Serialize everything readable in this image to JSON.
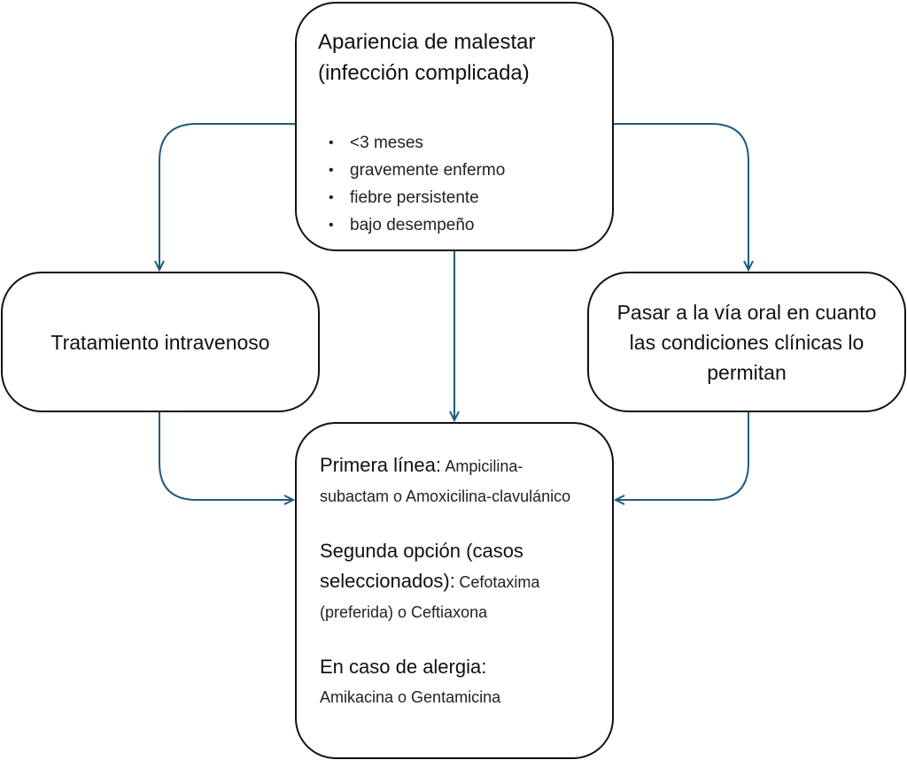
{
  "top_box": {
    "title": "Apariencia de malestar (infección complicada)",
    "bullets": [
      "<3 meses",
      "gravemente enfermo",
      "fiebre persistente",
      "bajo desempeño"
    ]
  },
  "left_box": {
    "text": "Tratamiento intravenoso"
  },
  "right_box": {
    "text": "Pasar a la vía oral en cuanto las condiciones clínicas lo permitan"
  },
  "bottom_box": {
    "options": [
      {
        "head": "Primera línea:",
        "body": "Ampicilina-subactam o Amoxicilina-clavulánico"
      },
      {
        "head": "Segunda opción (casos seleccionados):",
        "body": "Cefotaxima (preferida) o Ceftiaxona"
      },
      {
        "head": "En caso de alergia:",
        "body": "Amikacina o Gentamicina"
      }
    ]
  },
  "colors": {
    "connector": "#1f5b7e",
    "border": "#111111"
  }
}
